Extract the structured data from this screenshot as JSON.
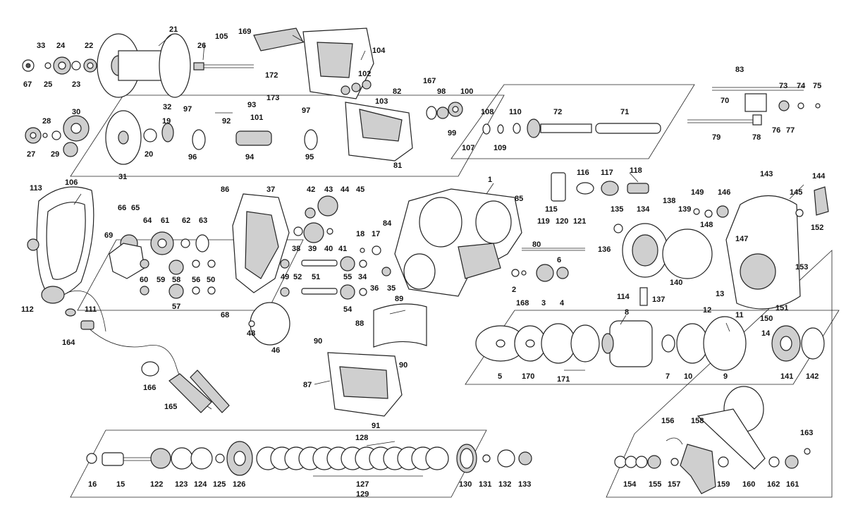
{
  "labels": {
    "p1": "1",
    "p2": "2",
    "p3": "3",
    "p4": "4",
    "p5": "5",
    "p6": "6",
    "p7": "7",
    "p8": "8",
    "p9": "9",
    "p10": "10",
    "p11": "11",
    "p12": "12",
    "p13": "13",
    "p14": "14",
    "p15": "15",
    "p16": "16",
    "p17": "17",
    "p18": "18",
    "p19": "19",
    "p20": "20",
    "p21": "21",
    "p22": "22",
    "p23": "23",
    "p24": "24",
    "p25": "25",
    "p26": "26",
    "p27": "27",
    "p28": "28",
    "p29": "29",
    "p30": "30",
    "p31": "31",
    "p32": "32",
    "p33": "33",
    "p34": "34",
    "p35": "35",
    "p36": "36",
    "p37": "37",
    "p38": "38",
    "p39": "39",
    "p40": "40",
    "p41": "41",
    "p42": "42",
    "p43": "43",
    "p44": "44",
    "p45": "45",
    "p46": "46",
    "p48": "48",
    "p49": "49",
    "p50": "50",
    "p51": "51",
    "p52": "52",
    "p54": "54",
    "p55": "55",
    "p56": "56",
    "p57": "57",
    "p58": "58",
    "p59": "59",
    "p60": "60",
    "p61": "61",
    "p62": "62",
    "p63": "63",
    "p64": "64",
    "p65": "65",
    "p66": "66",
    "p67": "67",
    "p68": "68",
    "p69": "69",
    "p70": "70",
    "p71": "71",
    "p72": "72",
    "p73": "73",
    "p74": "74",
    "p75": "75",
    "p76": "76",
    "p77": "77",
    "p78": "78",
    "p79": "79",
    "p80": "80",
    "p81": "81",
    "p82": "82",
    "p83": "83",
    "p84": "84",
    "p85": "85",
    "p86": "86",
    "p87": "87",
    "p88": "88",
    "p89": "89",
    "p90a": "90",
    "p90b": "90",
    "p91": "91",
    "p92": "92",
    "p93": "93",
    "p94": "94",
    "p95": "95",
    "p96": "96",
    "p97a": "97",
    "p97b": "97",
    "p98": "98",
    "p99": "99",
    "p100": "100",
    "p101": "101",
    "p102": "102",
    "p103": "103",
    "p104": "104",
    "p105": "105",
    "p106": "106",
    "p107": "107",
    "p108": "108",
    "p109": "109",
    "p110": "110",
    "p111": "111",
    "p112": "112",
    "p113": "113",
    "p114": "114",
    "p115": "115",
    "p116": "116",
    "p117": "117",
    "p118": "118",
    "p119": "119",
    "p120": "120",
    "p121": "121",
    "p122": "122",
    "p123": "123",
    "p124": "124",
    "p125": "125",
    "p126": "126",
    "p127": "127",
    "p128": "128",
    "p129": "129",
    "p130": "130",
    "p131": "131",
    "p132": "132",
    "p133": "133",
    "p134": "134",
    "p135": "135",
    "p136": "136",
    "p137": "137",
    "p138": "138",
    "p139": "139",
    "p140": "140",
    "p141": "141",
    "p142": "142",
    "p143": "143",
    "p144": "144",
    "p145": "145",
    "p146": "146",
    "p147": "147",
    "p148": "148",
    "p149": "149",
    "p150": "150",
    "p151": "151",
    "p152": "152",
    "p153": "153",
    "p154": "154",
    "p155": "155",
    "p156": "156",
    "p157": "157",
    "p158": "158",
    "p159": "159",
    "p160": "160",
    "p161": "161",
    "p162": "162",
    "p163": "163",
    "p164": "164",
    "p165": "165",
    "p166": "166",
    "p167": "167",
    "p168": "168",
    "p169": "169",
    "p170": "170",
    "p171": "171",
    "p172": "172",
    "p173": "173"
  }
}
